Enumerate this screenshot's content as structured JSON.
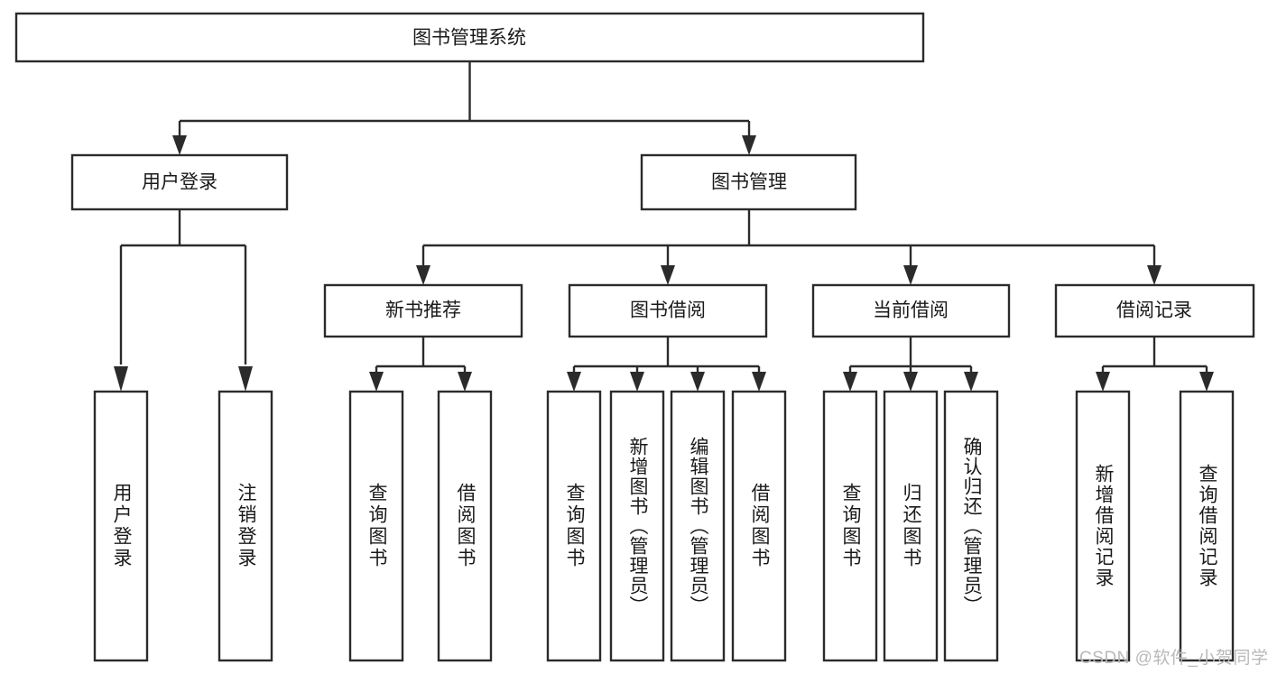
{
  "diagram": {
    "type": "tree-hierarchy",
    "title": "图书管理系统",
    "root": {
      "id": "root",
      "label": "图书管理系统",
      "level": 0
    },
    "level2": [
      {
        "id": "user-login",
        "label": "用户登录",
        "level": 1
      },
      {
        "id": "book-manage",
        "label": "图书管理",
        "level": 1
      }
    ],
    "level3": [
      {
        "id": "new-book-rec",
        "label": "新书推荐",
        "level": 2,
        "parent": "book-manage"
      },
      {
        "id": "book-borrow",
        "label": "图书借阅",
        "level": 2,
        "parent": "book-manage"
      },
      {
        "id": "current-borrow",
        "label": "当前借阅",
        "level": 2,
        "parent": "book-manage"
      },
      {
        "id": "borrow-record",
        "label": "借阅记录",
        "level": 2,
        "parent": "book-manage"
      }
    ],
    "leaves": [
      {
        "id": "leaf-user-login",
        "label": "用户登录",
        "parent": "user-login"
      },
      {
        "id": "leaf-user-logout",
        "label": "注销登录",
        "parent": "user-login"
      },
      {
        "id": "leaf-rec-query",
        "label": "查询图书",
        "parent": "new-book-rec"
      },
      {
        "id": "leaf-rec-borrow",
        "label": "借阅图书",
        "parent": "new-book-rec"
      },
      {
        "id": "leaf-borrow-query",
        "label": "查询图书",
        "parent": "book-borrow"
      },
      {
        "id": "leaf-borrow-add",
        "label": "新增图书（管理员）",
        "parent": "book-borrow"
      },
      {
        "id": "leaf-borrow-edit",
        "label": "编辑图书（管理员）",
        "parent": "book-borrow"
      },
      {
        "id": "leaf-borrow-lend",
        "label": "借阅图书",
        "parent": "book-borrow"
      },
      {
        "id": "leaf-cur-query",
        "label": "查询图书",
        "parent": "current-borrow"
      },
      {
        "id": "leaf-cur-return",
        "label": "归还图书",
        "parent": "current-borrow"
      },
      {
        "id": "leaf-cur-confirm",
        "label": "确认归还（管理员）",
        "parent": "current-borrow"
      },
      {
        "id": "leaf-rec-add",
        "label": "新增借阅记录",
        "parent": "borrow-record"
      },
      {
        "id": "leaf-rec-query-record",
        "label": "查询借阅记录",
        "parent": "borrow-record"
      }
    ],
    "watermark": "CSDN @软件_小贺同学",
    "colors": {
      "stroke": "#2b2b2b",
      "fill": "#ffffff",
      "text": "#1a1a1a",
      "watermark": "#b9b9b9"
    }
  }
}
